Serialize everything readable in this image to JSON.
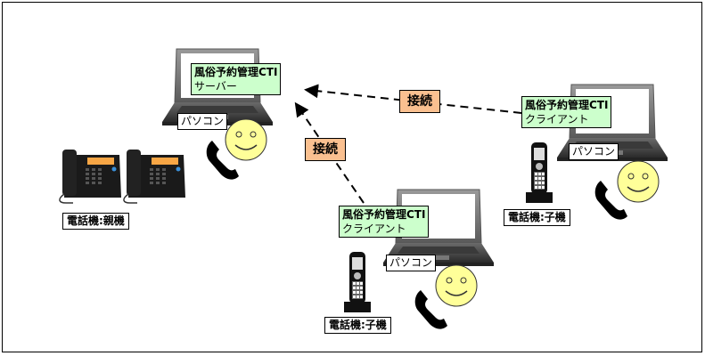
{
  "diagram": {
    "server": {
      "app_label": "風俗予約管理CTI",
      "role_label": "サーバー",
      "device_label": "パソコン"
    },
    "client_right": {
      "app_label": "風俗予約管理CTI",
      "role_label": "クライアント",
      "device_label": "パソコン",
      "phone_label": "電話機:子機"
    },
    "client_bottom": {
      "app_label": "風俗予約管理CTI",
      "role_label": "クライアント",
      "device_label": "パソコン",
      "phone_label": "電話機:子機"
    },
    "base_phones": {
      "label": "電話機:親機"
    },
    "connections": [
      {
        "label": "接続",
        "from": "client_right",
        "to": "server"
      },
      {
        "label": "接続",
        "from": "client_bottom",
        "to": "server"
      }
    ],
    "colors": {
      "app_label_bg": "#ccffcc",
      "connection_label_bg": "#fac090",
      "smiley_fill": "#ffff99"
    }
  }
}
